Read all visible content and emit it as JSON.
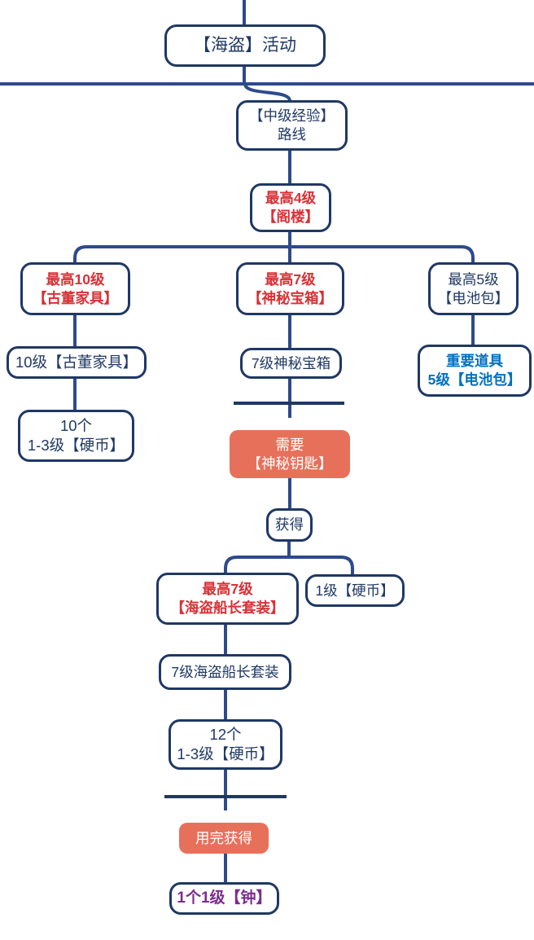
{
  "diagram": {
    "title": "【海盗】活动 flow diagram",
    "colors": {
      "connector": "#2E4A8C",
      "box_border": "#1F3864",
      "divider": "#1F3864",
      "text_navy": "#1F3864",
      "text_red": "#D93136",
      "text_blue": "#0070C0",
      "text_purple": "#7B2D8E",
      "filled_box_background": "#E7705B",
      "filled_box_text": "#FFFFFF",
      "background": "#FFFFFF"
    },
    "nodes": {
      "root": {
        "text": "【海盗】活动"
      },
      "route": {
        "text": "【中级经验】\n路线"
      },
      "attic": {
        "text": "最高4级\n【阁楼】"
      },
      "antique_max": {
        "text": "最高10级\n【古董家具】"
      },
      "chest_max": {
        "text": "最高7级\n【神秘宝箱】"
      },
      "battery_max": {
        "text": "最高5级\n【电池包】"
      },
      "antique_10": {
        "text": "10级【古董家具】"
      },
      "chest_7": {
        "text": "7级神秘宝箱"
      },
      "battery_5": {
        "text": "重要道具\n5级【电池包】"
      },
      "coins_10": {
        "text": "10个\n1-3级【硬币】"
      },
      "need_key": {
        "text": "需要\n【神秘钥匙】"
      },
      "obtain": {
        "text": "获得"
      },
      "captain_max": {
        "text": "最高7级\n【海盗船长套装】"
      },
      "coin_1": {
        "text": "1级【硬币】"
      },
      "captain_7": {
        "text": "7级海盗船长套装"
      },
      "coins_12": {
        "text": "12个\n1-3级【硬币】"
      },
      "used_up": {
        "text": "用完获得"
      },
      "clock": {
        "text": "1个1级【钟】"
      }
    },
    "edges": [
      {
        "from": "root",
        "to": "route"
      },
      {
        "from": "route",
        "to": "attic"
      },
      {
        "from": "attic",
        "to": "antique_max"
      },
      {
        "from": "attic",
        "to": "chest_max"
      },
      {
        "from": "attic",
        "to": "battery_max"
      },
      {
        "from": "antique_max",
        "to": "antique_10"
      },
      {
        "from": "antique_10",
        "to": "coins_10"
      },
      {
        "from": "chest_max",
        "to": "chest_7"
      },
      {
        "from": "chest_7",
        "to": "need_key",
        "via": "summary-divider"
      },
      {
        "from": "battery_max",
        "to": "battery_5"
      },
      {
        "from": "need_key",
        "to": "obtain"
      },
      {
        "from": "obtain",
        "to": "captain_max"
      },
      {
        "from": "obtain",
        "to": "coin_1"
      },
      {
        "from": "captain_max",
        "to": "captain_7"
      },
      {
        "from": "captain_7",
        "to": "coins_12"
      },
      {
        "from": "coins_12",
        "to": "used_up",
        "via": "summary-divider"
      },
      {
        "from": "used_up",
        "to": "clock"
      }
    ]
  }
}
